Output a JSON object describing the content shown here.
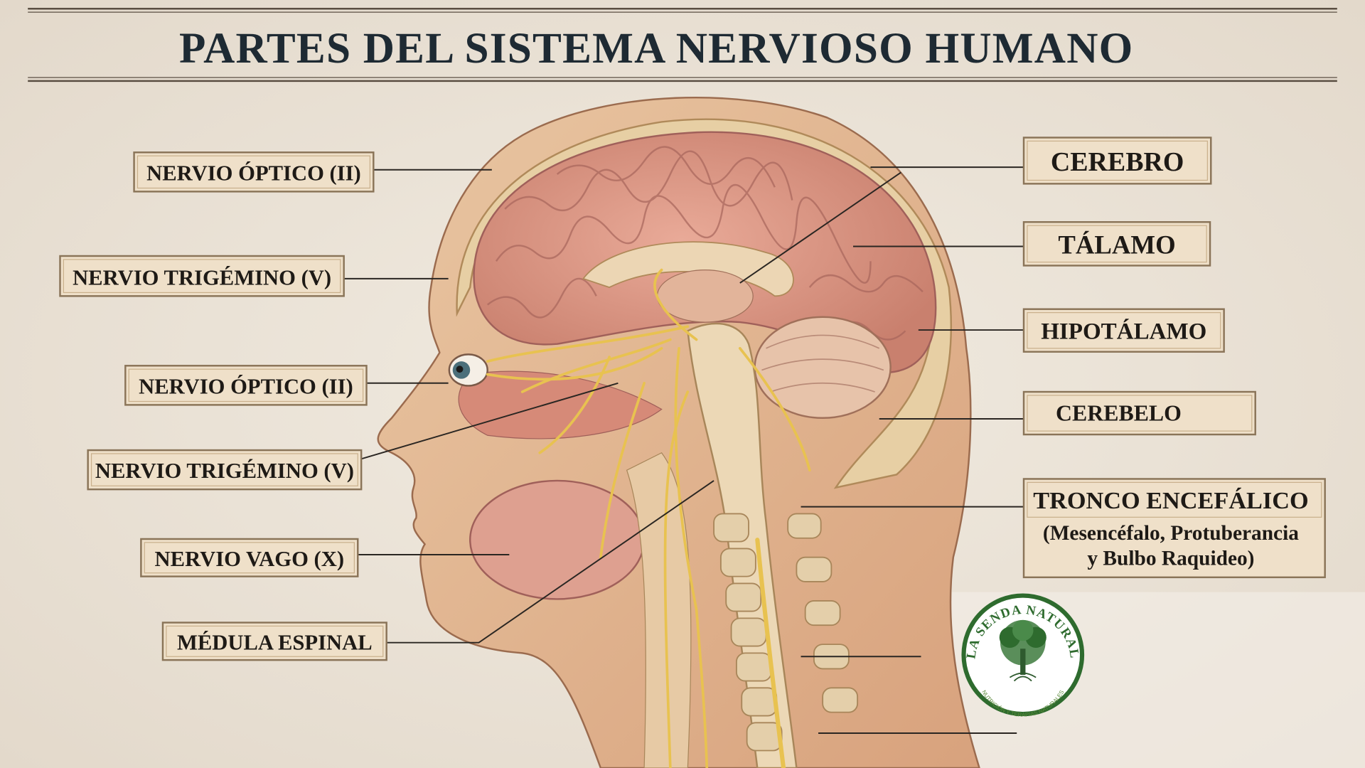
{
  "title": "PARTES DEL SISTEMA NERVIOSO HUMANO",
  "left_labels": [
    {
      "text": "NERVIO ÓPTICO (II)"
    },
    {
      "text": "NERVIO TRIGÉMINO (V)"
    },
    {
      "text": "NERVIO ÓPTICO (II)"
    },
    {
      "text": "NERVIO TRIGÉMINO (V)"
    },
    {
      "text": "NERVIO VAGO (X)"
    },
    {
      "text": "MÉDULA ESPINAL"
    }
  ],
  "right_labels": [
    {
      "text": "CEREBRO"
    },
    {
      "text": "TÁLAMO"
    },
    {
      "text": "HIPOTÁLAMO"
    },
    {
      "text": "CEREBELO"
    },
    {
      "text": "TRONCO ENCEFÁLICO",
      "sub1": "(Mesencéfalo, Protuberancia",
      "sub2": "y Bulbo Raquideo)"
    }
  ],
  "logo": {
    "name": "LA SENDA NATURAL",
    "tagline": "NUTRICIÓN Y TERAPIAS NATURALES",
    "icon": "tree-icon",
    "color": "#2e6b2e"
  },
  "colors": {
    "background": "#ece4d8",
    "label_box": "#efe0c9",
    "brain": "#dc9a8a",
    "nerves": "#e8c250",
    "skin": "#e6b994"
  }
}
